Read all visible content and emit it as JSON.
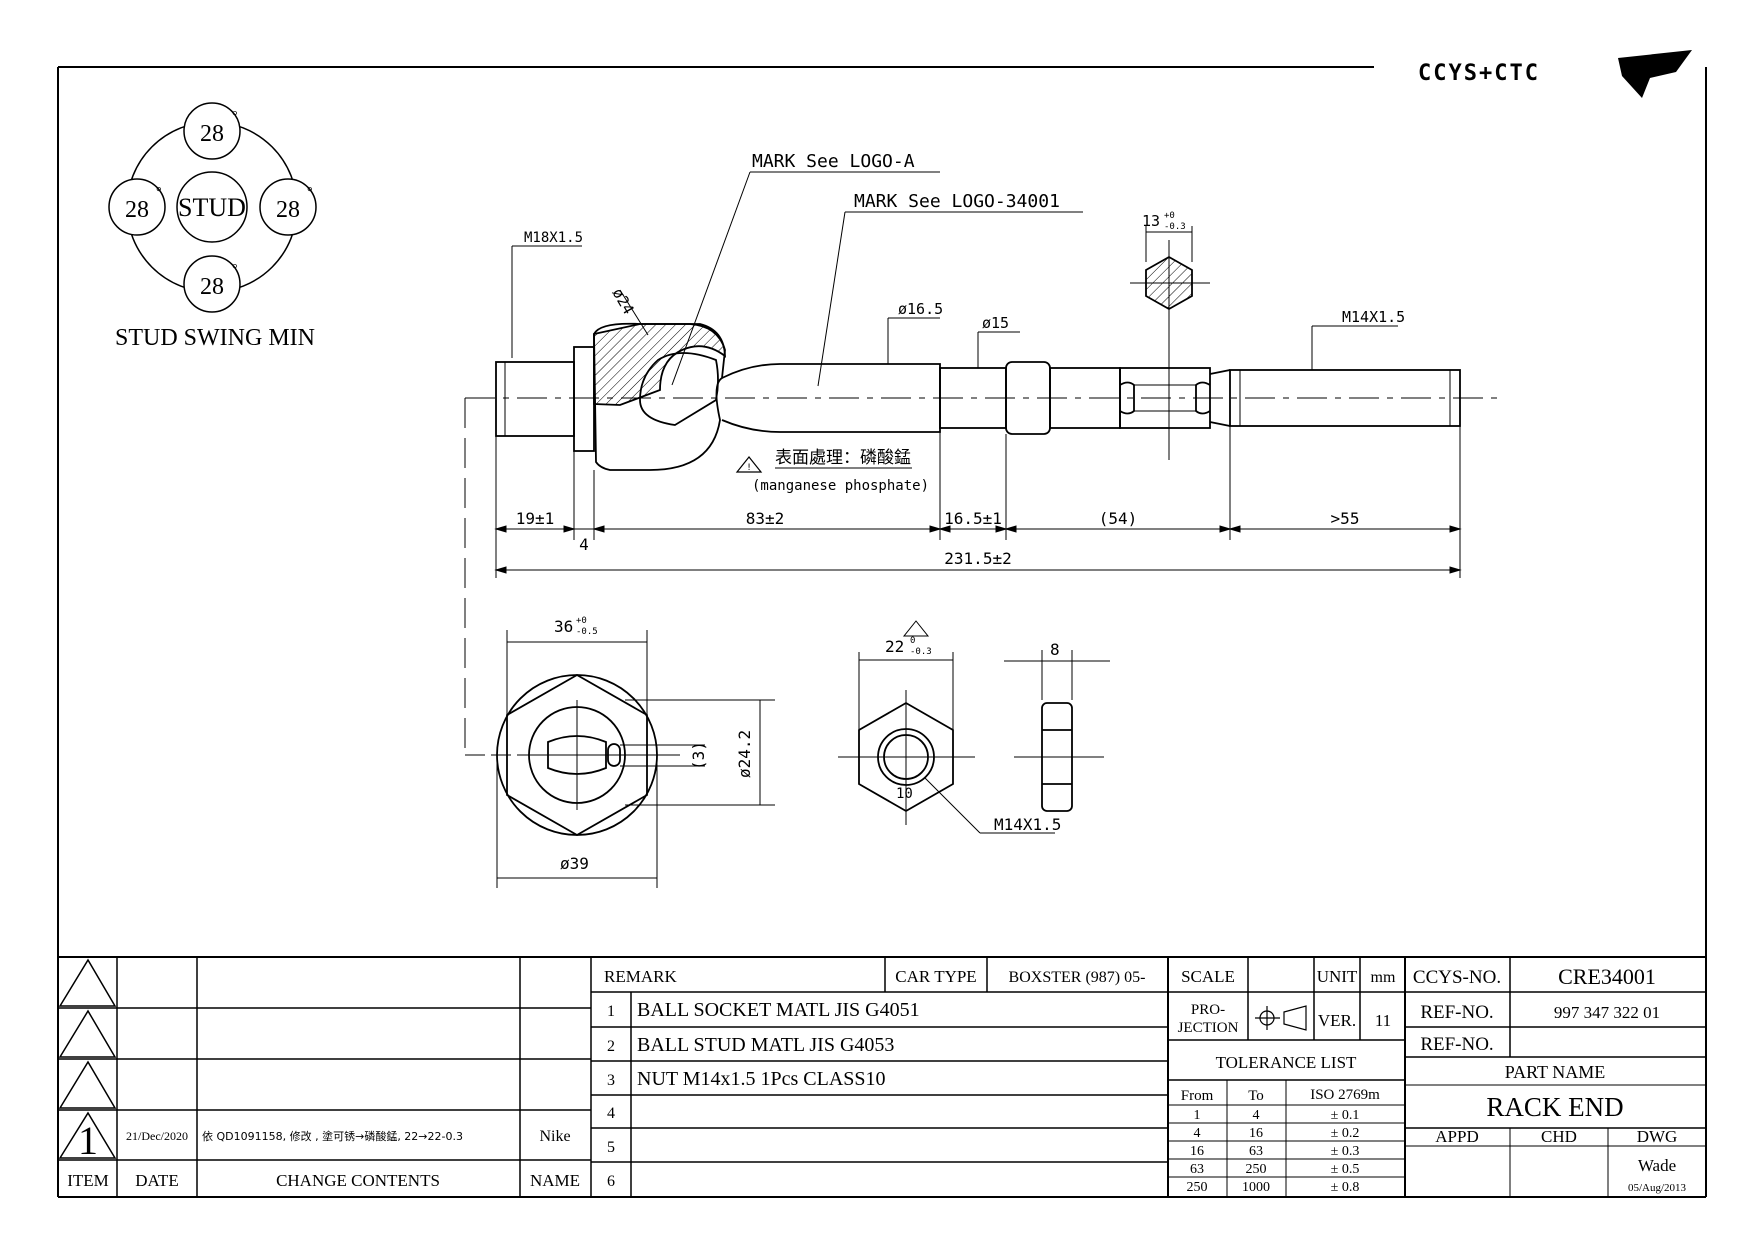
{
  "logo": {
    "text": "CCYS+CTC"
  },
  "stud_swing": {
    "center_label": "STUD",
    "angles": [
      "28",
      "28",
      "28",
      "28"
    ],
    "degree_symbol": "°",
    "caption": "STUD SWING MIN"
  },
  "callouts": {
    "mark_logo_a": "MARK See LOGO-A",
    "mark_logo_part": "MARK See LOGO-34001",
    "thread_left": "M18X1.5",
    "thread_right": "M14X1.5",
    "dia_24": "ø24",
    "dia_16_5": "ø16.5",
    "dia_15": "ø15",
    "hex_13": "13",
    "hex_13_tol_upper": "+0",
    "hex_13_tol_lower": "-0.3",
    "surface_treatment": "表面處理：磷酸錳",
    "surface_treatment_en": "(manganese phosphate)"
  },
  "dimensions": {
    "d19": "19±1",
    "d4": "4",
    "d83": "83±2",
    "d16_5": "16.5±1",
    "d54": "(54)",
    "d55": ">55",
    "overall": "231.5±2"
  },
  "section_views": {
    "socket_width": "36",
    "socket_width_tol_upper": "+0",
    "socket_width_tol_lower": "-0.5",
    "socket_slot": "(3)",
    "socket_bore": "ø24.2",
    "socket_od": "ø39",
    "nut_width": "22",
    "nut_width_tol_upper": "0",
    "nut_width_tol_lower": "-0.3",
    "nut_inner": "10",
    "nut_thread": "M14X1.5",
    "nut_thickness": "8"
  },
  "revision_table": {
    "rows": [
      {
        "item": "",
        "date": "",
        "contents": "",
        "name": ""
      },
      {
        "item": "",
        "date": "",
        "contents": "",
        "name": ""
      },
      {
        "item": "",
        "date": "",
        "contents": "",
        "name": ""
      },
      {
        "item": "1",
        "date": "21/Dec/2020",
        "contents": "依 QD1091158, 修改 , 塗可锈→磷酸錳, 22→22-0.3",
        "name": "Nike"
      }
    ],
    "headers": {
      "item": "ITEM",
      "date": "DATE",
      "contents": "CHANGE CONTENTS",
      "name": "NAME"
    }
  },
  "remarks": {
    "header": "REMARK",
    "car_type_label": "CAR TYPE",
    "car_type_value": "BOXSTER (987) 05-",
    "rows": [
      {
        "no": "1",
        "text": "BALL SOCKET MATL JIS G4051"
      },
      {
        "no": "2",
        "text": "BALL STUD MATL JIS G4053"
      },
      {
        "no": "3",
        "text": "NUT M14x1.5 1Pcs CLASS10"
      },
      {
        "no": "4",
        "text": ""
      },
      {
        "no": "5",
        "text": ""
      },
      {
        "no": "6",
        "text": ""
      }
    ]
  },
  "scale_block": {
    "scale_label": "SCALE",
    "unit_label": "UNIT",
    "unit_value": "mm",
    "projection_label": "PRO-\nJECTION",
    "ver_label": "VER.",
    "ver_value": "11",
    "tolerance_title": "TOLERANCE LIST",
    "tolerance_headers": [
      "From",
      "To",
      "ISO 2769m"
    ],
    "tolerance_rows": [
      [
        "1",
        "4",
        "± 0.1"
      ],
      [
        "4",
        "16",
        "± 0.2"
      ],
      [
        "16",
        "63",
        "± 0.3"
      ],
      [
        "63",
        "250",
        "± 0.5"
      ],
      [
        "250",
        "1000",
        "± 0.8"
      ]
    ]
  },
  "title_block": {
    "ccys_no_label": "CCYS-NO.",
    "ccys_no_value": "CRE34001",
    "ref_no_label_1": "REF-NO.",
    "ref_no_value_1": "997 347 322 01",
    "ref_no_label_2": "REF-NO.",
    "ref_no_value_2": "",
    "part_name_label": "PART NAME",
    "part_name_value": "RACK END",
    "appd_label": "APPD",
    "chd_label": "CHD",
    "dwg_label": "DWG",
    "dwg_name": "Wade",
    "dwg_date": "05/Aug/2013"
  }
}
